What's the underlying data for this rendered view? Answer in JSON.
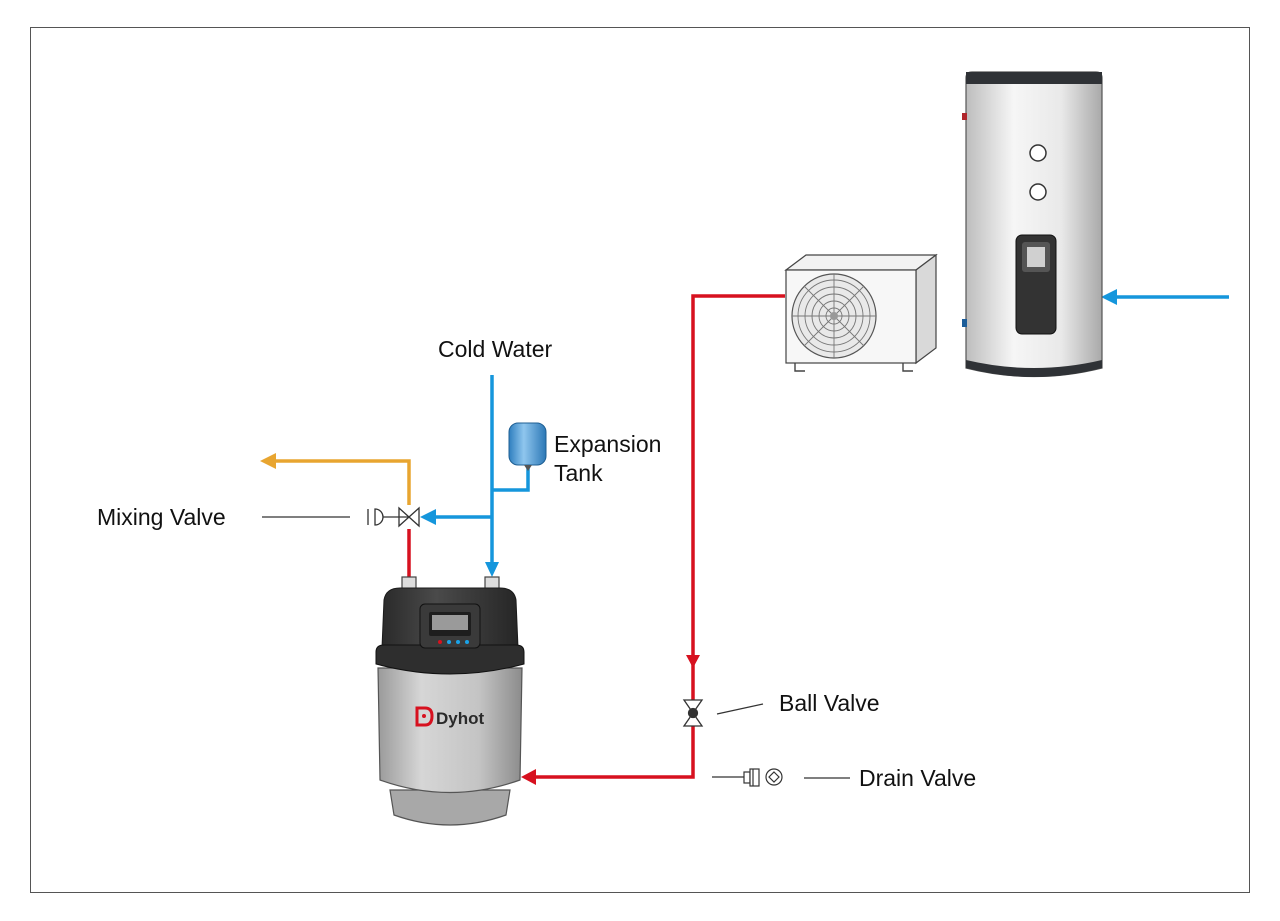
{
  "labels": {
    "cold_water": "Cold Water",
    "expansion_tank_line1": "Expansion",
    "expansion_tank_line2": "Tank",
    "mixing_valve": "Mixing Valve",
    "ball_valve": "Ball Valve",
    "drain_valve": "Drain Valve"
  },
  "brand": {
    "name": "Dyhot"
  },
  "colors": {
    "hot_pipe": "#d7111f",
    "cold_pipe": "#1596dc",
    "mixed_pipe": "#e8a530",
    "leader_line": "#333333"
  },
  "icons": [
    "heat-pump-water-heater-icon",
    "outdoor-unit-icon",
    "storage-tank-icon",
    "expansion-tank-icon",
    "mixing-valve-icon",
    "ball-valve-icon",
    "drain-valve-icon"
  ]
}
